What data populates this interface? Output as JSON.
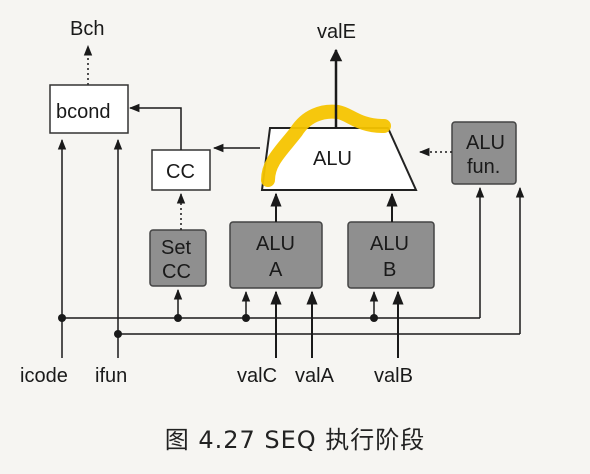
{
  "labels": {
    "bch": "Bch",
    "bcond": "bcond",
    "vale": "valE",
    "cc": "CC",
    "alu": "ALU",
    "alu_fun_line1": "ALU",
    "alu_fun_line2": "fun.",
    "set_cc_line1": "Set",
    "set_cc_line2": "CC",
    "alu_a_line1": "ALU",
    "alu_a_line2": "A",
    "alu_b_line1": "ALU",
    "alu_b_line2": "B",
    "icode": "icode",
    "ifun": "ifun",
    "valc": "valC",
    "vala": "valA",
    "valb": "valB"
  },
  "caption": "图 4.27   SEQ 执行阶段",
  "colors": {
    "control_box": "#8f8f8f",
    "highlight": "#f5c400",
    "line": "#1a1a1a"
  }
}
